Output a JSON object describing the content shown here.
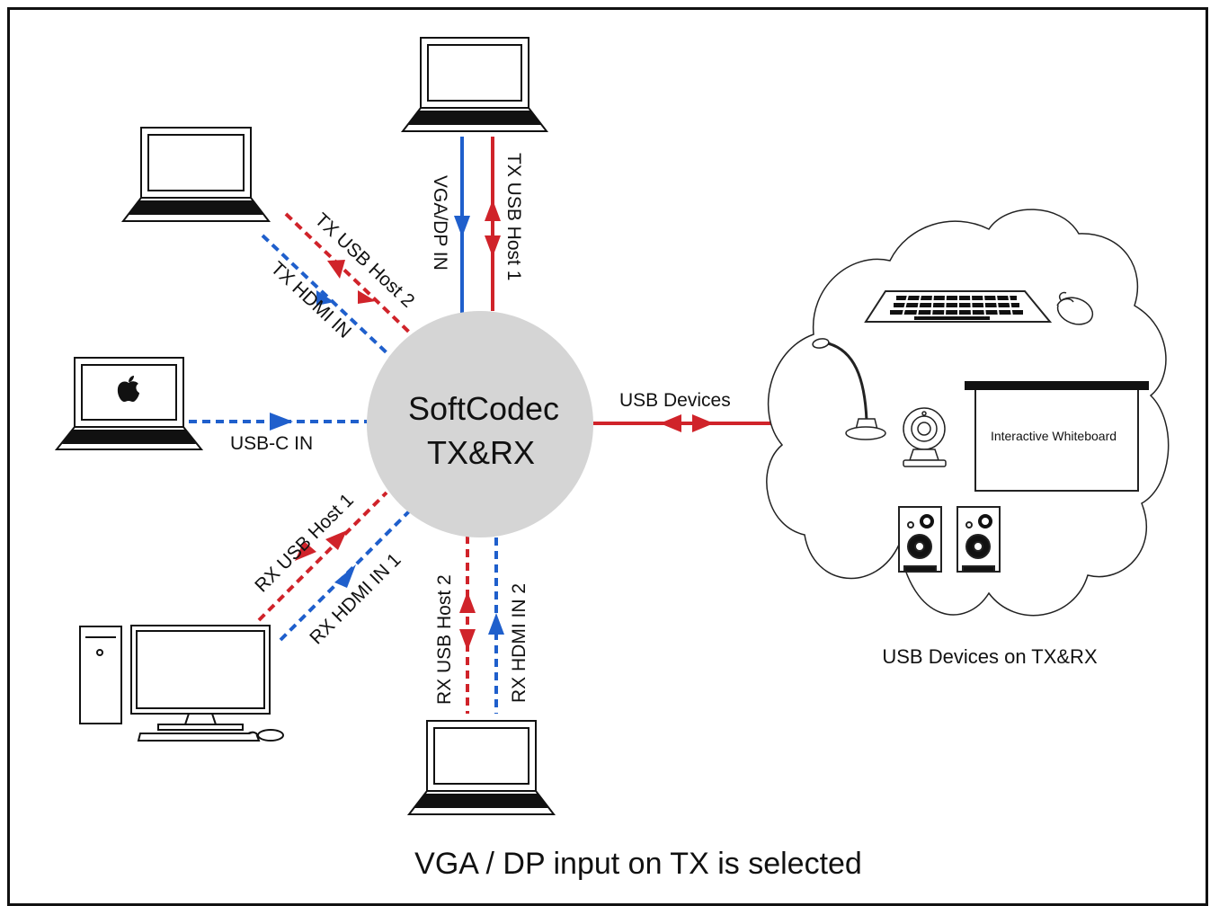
{
  "hub": {
    "line1": "SoftCodec",
    "line2": "TX&RX"
  },
  "links": {
    "vga_dp_in": "VGA/DP IN",
    "tx_usb_host_1": "TX USB Host 1",
    "tx_usb_host_2": "TX USB Host 2",
    "tx_hdmi_in": "TX HDMI IN",
    "usb_c_in": "USB-C IN",
    "rx_usb_host_1": "RX USB Host 1",
    "rx_hdmi_in_1": "RX HDMI IN 1",
    "rx_usb_host_2": "RX USB Host 2",
    "rx_hdmi_in_2": "RX HDMI IN 2",
    "usb_devices": "USB Devices"
  },
  "cloud": {
    "whiteboard": "Interactive Whiteboard",
    "caption": "USB Devices on TX&RX"
  },
  "caption": "VGA / DP input on TX is selected",
  "colors": {
    "red": "#d0232a",
    "blue": "#1f5fcc",
    "hub_fill": "#d5d5d5"
  },
  "icons": [
    "laptop-icon",
    "apple-logo-icon",
    "desktop-pc-icon",
    "keyboard-icon",
    "mouse-icon",
    "microphone-icon",
    "webcam-icon",
    "speaker-icon",
    "whiteboard-icon",
    "cloud-icon"
  ]
}
